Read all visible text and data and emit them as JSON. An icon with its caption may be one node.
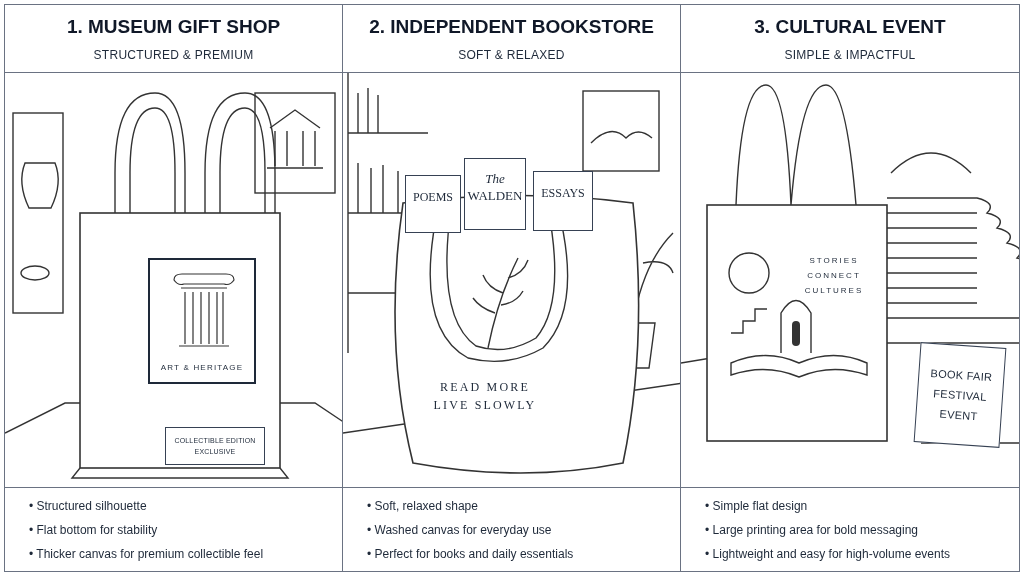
{
  "diagram": {
    "nodes": [
      {
        "text": [
          "1. MUSEUM GIFT SHOP",
          "STRUCTURED & PREMIUM",
          "• Structured silhouette",
          "• Flat bottom for stability",
          "• Thicker canvas for premium collectible feel"
        ]
      },
      {
        "text": [
          "ART & HERITAGE"
        ],
        "in": 0
      },
      {
        "text": [
          "COLLECTIBLE EDITION EXCLUSIVE"
        ],
        "in": 0
      },
      {
        "text": [
          "2. INDEPENDENT BOOKSTORE",
          "SOFT & RELAXED",
          "• Soft, relaxed shape",
          "• Washed canvas for everyday use",
          "• Perfect for books and daily essentials"
        ]
      },
      {
        "text": [
          "POEMS"
        ],
        "in": 3
      },
      {
        "text": [
          "*The* WALDEN"
        ],
        "in": 3
      },
      {
        "text": [
          "ESSAYS"
        ],
        "in": 3
      },
      {
        "text": [
          "READ MORE LIVE SLOWLY"
        ],
        "in": 3
      },
      {
        "text": [
          "3. CULTURAL EVENT",
          "SIMPLE & IMPACTFUL",
          "• Simple flat design",
          "• Large printing area for bold messaging",
          "• Lightweight and easy for high-volume events"
        ]
      },
      {
        "text": [
          "STORIES CONNECT CULTURES"
        ],
        "in": 8
      },
      {
        "text": [
          "BOOK FAIR FESTIVAL EVENT"
        ],
        "in": 8
      }
    ]
  }
}
